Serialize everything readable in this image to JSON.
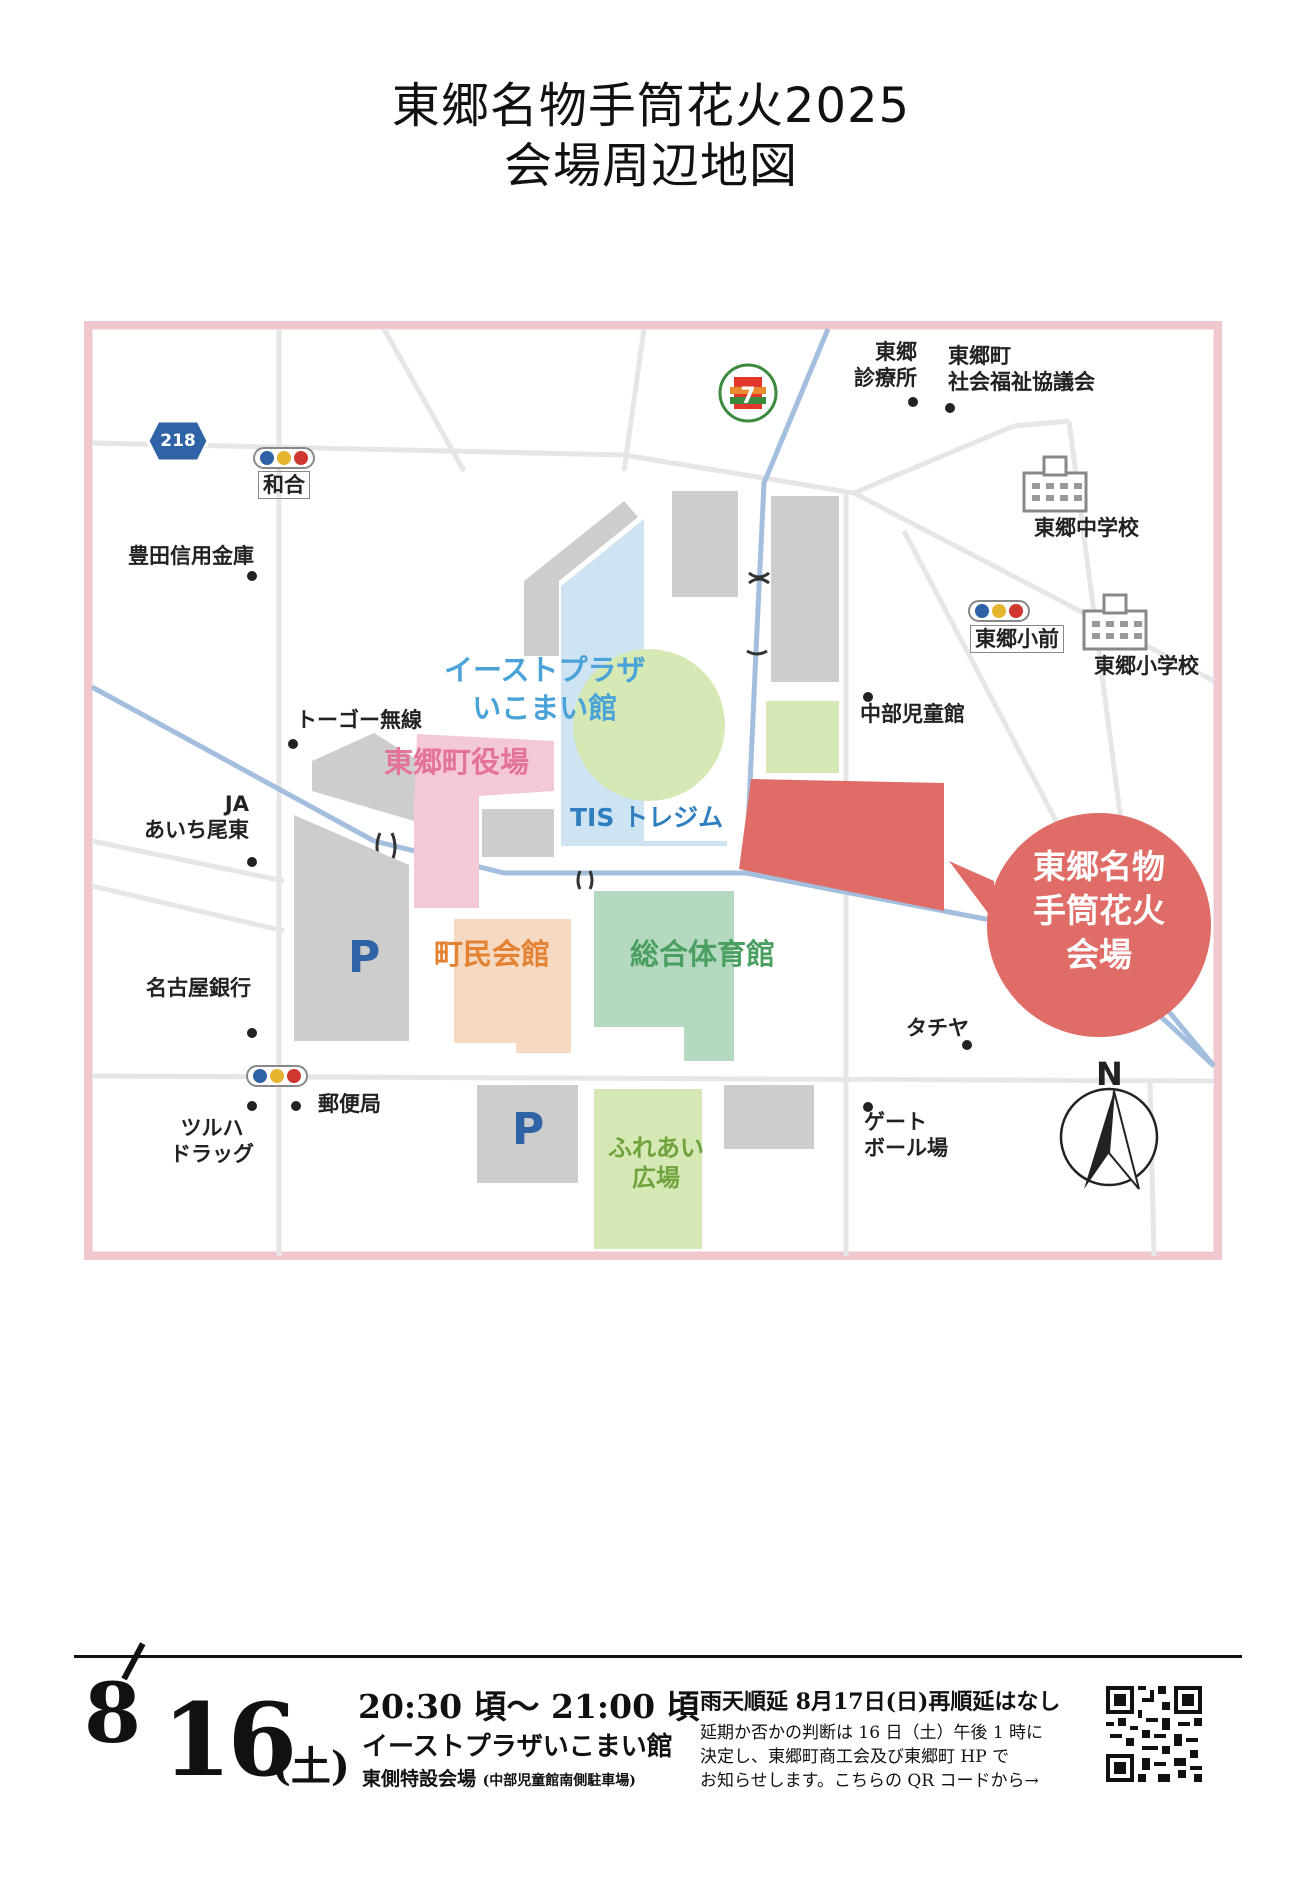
{
  "title": {
    "line1": "東郷名物手筒花火2025",
    "line2": "会場周辺地図"
  },
  "map": {
    "route_number": "218",
    "signals": {
      "wago": "和合",
      "togo_sho_mae": "東郷小前"
    },
    "facilities": {
      "east_plaza": "イーストプラザ\nいこまい館",
      "town_hall": "東郷町役場",
      "tis_treasym": "TIS トレジム",
      "civic_hall": "町民会館",
      "gymnasium": "総合体育館",
      "fureai": "ふれあい\n広場",
      "venue": "東郷名物\n手筒花火\n会場"
    },
    "landmarks": {
      "toyota_shinkin": "豊田信用金庫",
      "togo_clinic": "東郷\n診療所",
      "welfare_council": "東郷町\n社会福祉協議会",
      "togo_jhs": "東郷中学校",
      "togo_es": "東郷小学校",
      "chubu_jidokan": "中部児童館",
      "togo_musen": "トーゴー無線",
      "ja": "JA\nあいち尾東",
      "nagoya_bank": "名古屋銀行",
      "post_office": "郵便局",
      "tsuruha": "ツルハ\nドラッグ",
      "tachiya": "タチヤ",
      "gateball": "ゲート\nボール場"
    },
    "parking_label": "P",
    "compass": "N",
    "colors": {
      "frame": "#f0c7cc",
      "road": "#e6e6e6",
      "river": "#a3bfdd",
      "building": "#cdcdcd",
      "venue": "#e06c68",
      "plaza": "#cfe4f3",
      "park": "#d6e8b4",
      "gym": "#b4d9c0",
      "civic": "#f6d9c1",
      "townhall": "#f3c9d8"
    }
  },
  "event": {
    "month_day": "8/16",
    "month": "8",
    "day": "16",
    "weekday": "(土)",
    "time": "20:30 頃～ 21:00 頃",
    "place": "イーストプラザいこまい館",
    "place_sub": "東側特設会場",
    "place_note": "(中部児童館南側駐車場)",
    "rain_heading": "雨天順延 8月17日(日)再順延はなし",
    "rain_text1": "延期か否かの判断は 16 日（土）午後 1 時に",
    "rain_text2": "決定し、東郷町商工会及び東郷町 HP で",
    "rain_text3": "お知らせします。こちらの QR コードから→"
  }
}
